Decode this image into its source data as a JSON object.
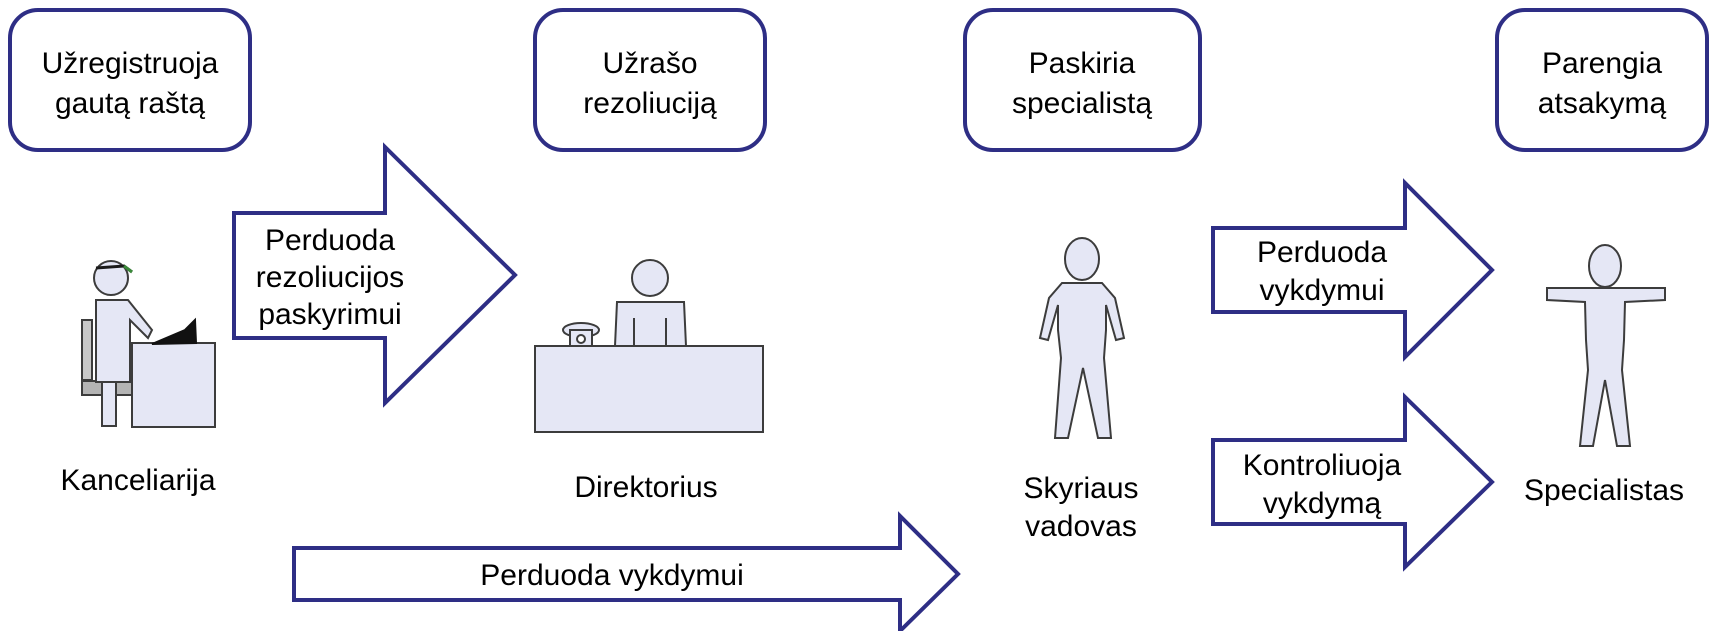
{
  "colors": {
    "stroke": "#2e2e85",
    "figure_fill": "#e5e7f5",
    "figure_stroke": "#3c3c3c"
  },
  "boxes": [
    {
      "line1": "Užregistruoja",
      "line2": "gautą raštą"
    },
    {
      "line1": "Užrašo",
      "line2": "rezoliuciją"
    },
    {
      "line1": "Paskiria",
      "line2": "specialistą"
    },
    {
      "line1": "Parengia",
      "line2": "atsakymą"
    }
  ],
  "arrows": {
    "assign": {
      "line1": "Perduoda",
      "line2": "rezoliucijos",
      "line3": "paskyrimui"
    },
    "bottom": {
      "line1": "Perduoda vykdymui"
    },
    "execute": {
      "line1": "Perduoda",
      "line2": "vykdymui"
    },
    "control": {
      "line1": "Kontroliuoja",
      "line2": "vykdymą"
    }
  },
  "actors": [
    {
      "line1": "Kanceliarija",
      "icon": "clerk-at-desk-icon"
    },
    {
      "line1": "Direktorius",
      "icon": "director-at-desk-icon"
    },
    {
      "line1": "Skyriaus",
      "line2": "vadovas",
      "icon": "standing-person-icon"
    },
    {
      "line1": "Specialistas",
      "icon": "person-arms-out-icon"
    }
  ]
}
